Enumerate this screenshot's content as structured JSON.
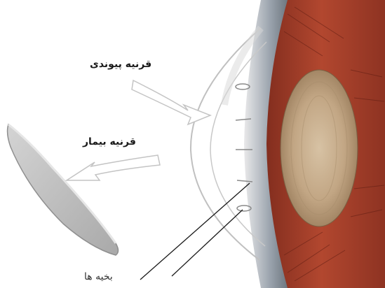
{
  "labels": {
    "donor_cornea": "قرنيه پيوندی",
    "patient_cornea": "قرنيه بيمار",
    "sutures": "بخيه ها"
  },
  "colors": {
    "background": "#ffffff",
    "tissue_red": "#a8412c",
    "lens_tan": "#c9b08f",
    "cornea_edge": "#b8b8b8",
    "removed_cornea": "#c6c6c6",
    "arrow_fill": "#ffffff"
  }
}
